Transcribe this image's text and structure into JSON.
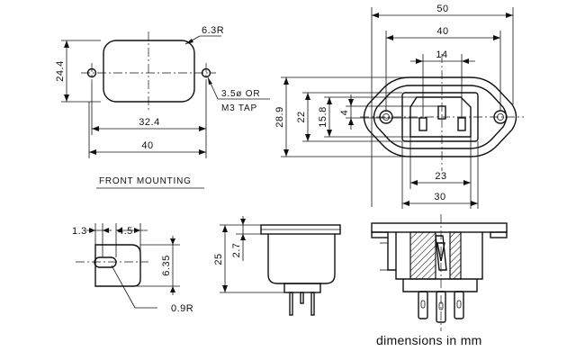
{
  "front_view": {
    "dim_width_overall": "40",
    "dim_hole_spacing": "32.4",
    "dim_height": "24.4",
    "dim_corner_radius": "6.3R",
    "hole_note_line1": "3.5ø OR",
    "hole_note_line2": "M3 TAP",
    "caption": "FRONT MOUNTING"
  },
  "flange_view": {
    "dim_overall_width": "50",
    "dim_hole_spacing": "40",
    "dim_pin_spacing": "14",
    "dim_body_width_inner": "23",
    "dim_body_width_outer": "30",
    "dim_overall_height": "28.9",
    "dim_body_height": "22",
    "dim_inner_height": "15.8",
    "dim_pin_offset": "4"
  },
  "terminal_view": {
    "dim_slot_width": "1.3",
    "dim_tab_width": "4.5",
    "dim_tab_length": "6.35",
    "dim_slot_radius": "0.9R"
  },
  "side_view": {
    "dim_depth": "25",
    "dim_flange_thickness": "2.7"
  },
  "units_note": "dimensions in mm"
}
